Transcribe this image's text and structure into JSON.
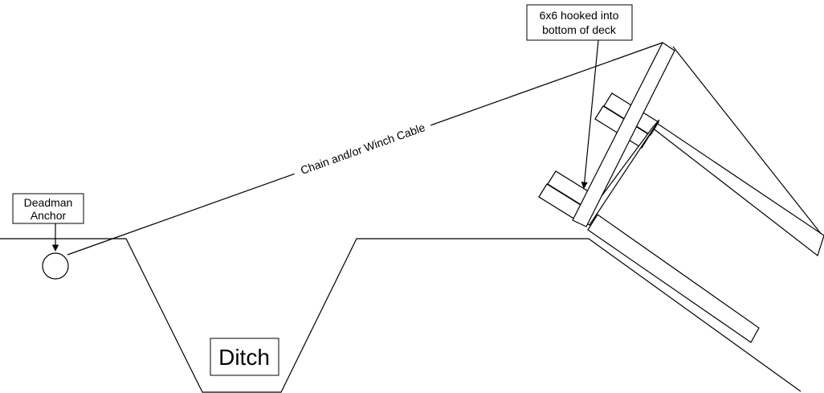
{
  "labels": {
    "deadman_line1": "Deadman",
    "deadman_line2": "Anchor",
    "cable": "Chain and/or Winch Cable",
    "hook_line1": "6x6 hooked into",
    "hook_line2": "bottom of deck",
    "ditch": "Ditch"
  },
  "colors": {
    "line": "#000000",
    "background": "#ffffff"
  }
}
